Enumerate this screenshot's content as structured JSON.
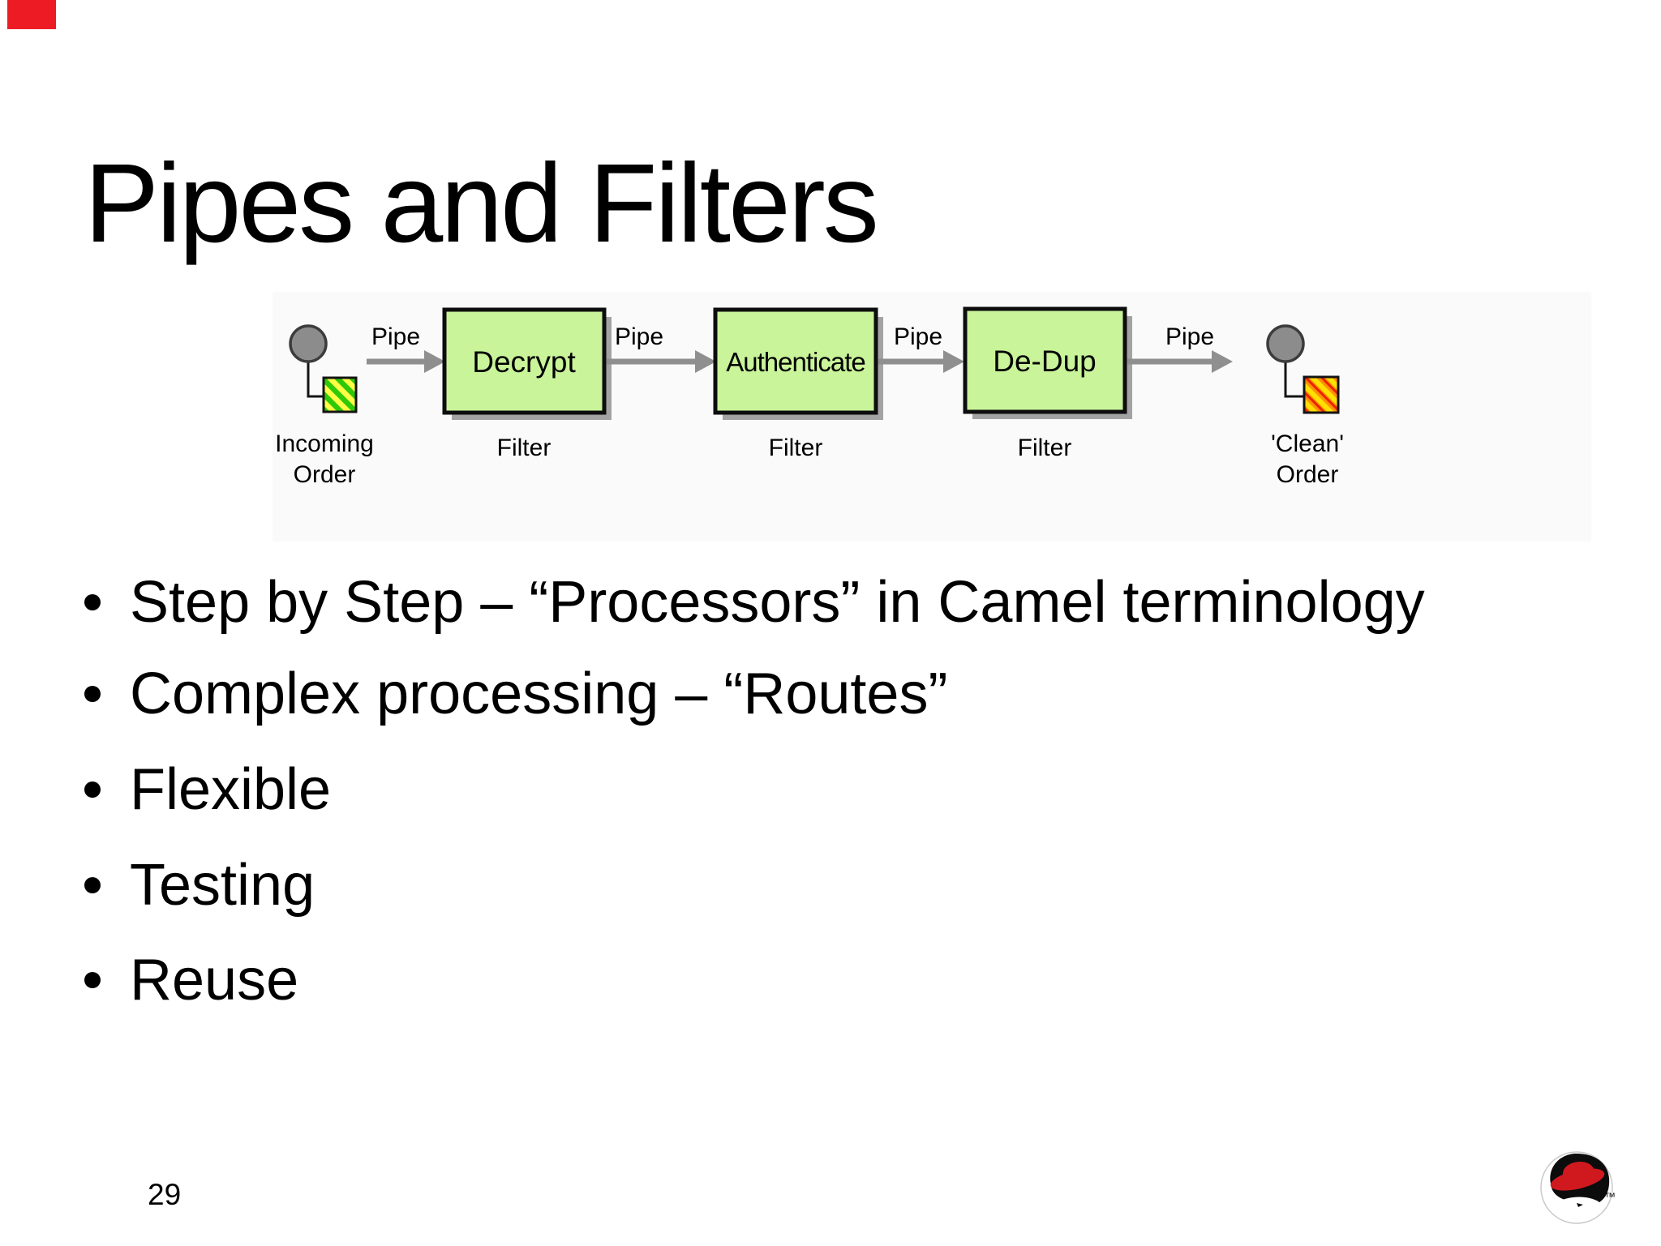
{
  "slide": {
    "title": "Pipes and Filters",
    "page_number": "29",
    "accent_color": "#ed1c24",
    "bullets": [
      "Step by Step – “Processors” in Camel terminology",
      "Complex processing – “Routes”",
      "Flexible",
      "Testing",
      "Reuse"
    ]
  },
  "diagram": {
    "pipe_label": "Pipe",
    "incoming": {
      "line1": "Incoming",
      "line2": "Order"
    },
    "clean": {
      "line1": "'Clean'",
      "line2": "Order"
    },
    "filters": [
      {
        "name": "Decrypt",
        "caption": "Filter"
      },
      {
        "name": "Authenticate",
        "caption": "Filter"
      },
      {
        "name": "De-Dup",
        "caption": "Filter"
      }
    ],
    "colors": {
      "box_fill": "#c9f49a",
      "box_border": "#0d0d0d",
      "box_shadow": "#a3a3a3",
      "arrow": "#8f8f8f",
      "node_circle_fill": "#8c8c8c",
      "node_circle_border": "#3c3c3c",
      "incoming_square_base": "#ffff45",
      "incoming_square_stripe": "#2fc908",
      "clean_square_base": "#ff9000",
      "clean_square_stripe_yellow": "#ffe000",
      "clean_square_stripe_red": "#e82300"
    }
  },
  "logo": {
    "name": "red-hat-shadowman-logo",
    "hat_color": "#d0191f",
    "trademark": "™"
  }
}
